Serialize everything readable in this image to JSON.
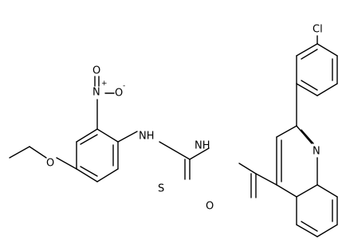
{
  "labels": {
    "cl": "Cl",
    "n_nitro": "N",
    "n_plus": "+",
    "o_nitro_top": "O",
    "o_nitro_right": "O",
    "o_minus": "-",
    "o_ether": "O",
    "nh_left": "NH",
    "nh_right": "NH",
    "s_thio": "S",
    "o_carbonyl": "O",
    "n_quinoline": "N"
  }
}
